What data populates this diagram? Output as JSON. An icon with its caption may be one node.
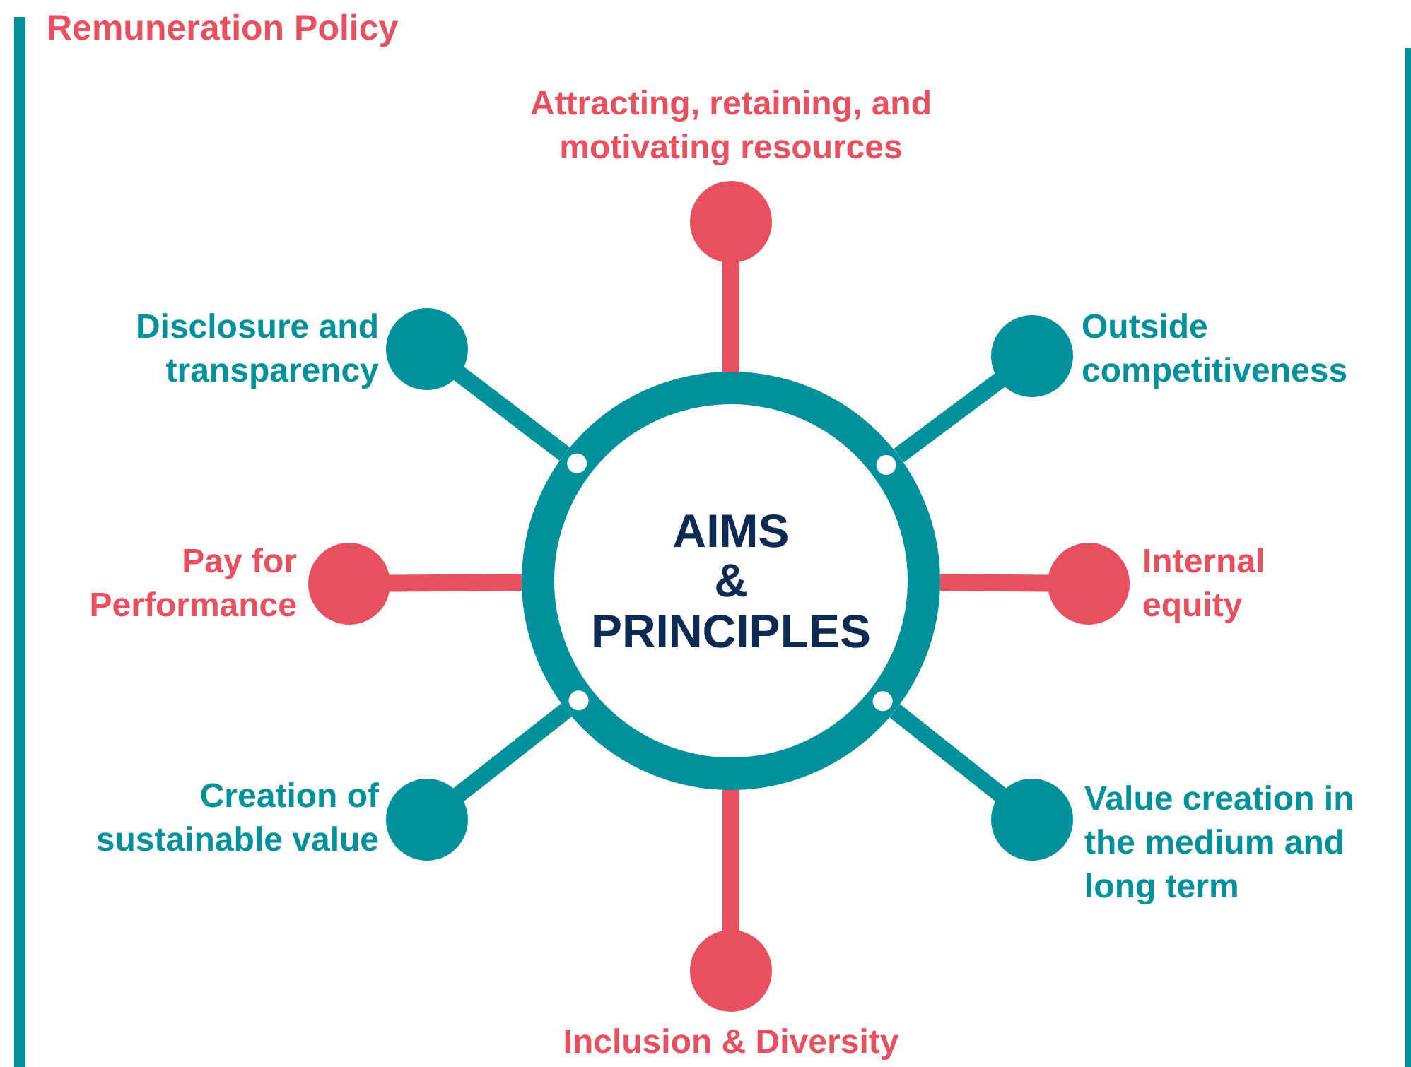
{
  "diagram": {
    "title": "Remuneration Policy",
    "nodes": [
      {
        "text": [
          "AIMS & PRINCIPLES"
        ]
      },
      {
        "text": [],
        "shape": "circle",
        "beside": [
          "Attracting, retaining, and motivating resources"
        ]
      },
      {
        "text": [],
        "shape": "circle",
        "beside": [
          "Disclosure and transparency"
        ]
      },
      {
        "text": [],
        "shape": "circle",
        "beside": [
          "Outside competitiveness"
        ]
      },
      {
        "text": [],
        "shape": "circle",
        "beside": [
          "Pay for Performance"
        ]
      },
      {
        "text": [],
        "shape": "circle",
        "beside": [
          "Internal equity"
        ]
      },
      {
        "text": [],
        "shape": "circle",
        "beside": [
          "Creation of sustainable value"
        ]
      },
      {
        "text": [],
        "shape": "circle",
        "beside": [
          "Value creation in the medium and long term"
        ]
      },
      {
        "text": [],
        "shape": "circle",
        "beside": [
          "Inclusion & Diversity"
        ]
      }
    ],
    "edges": [
      {
        "from": 0,
        "to": 1,
        "arrow": "none",
        "color": "#e8505f"
      },
      {
        "from": 0,
        "to": 2,
        "arrow": "none",
        "color": "#00919c"
      },
      {
        "from": 0,
        "to": 3,
        "arrow": "none",
        "color": "#00919c"
      },
      {
        "from": 0,
        "to": 4,
        "arrow": "none",
        "color": "#e8505f"
      },
      {
        "from": 0,
        "to": 5,
        "arrow": "none",
        "color": "#e8505f"
      },
      {
        "from": 0,
        "to": 6,
        "arrow": "none",
        "color": "#00919c"
      },
      {
        "from": 0,
        "to": 7,
        "arrow": "none",
        "color": "#00919c"
      },
      {
        "from": 0,
        "to": 8,
        "arrow": "none",
        "color": "#e8505f"
      }
    ]
  }
}
